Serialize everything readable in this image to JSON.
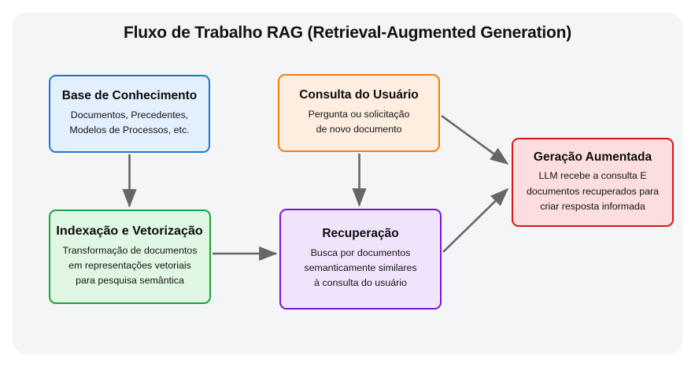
{
  "diagram": {
    "title": "Fluxo de Trabalho RAG (Retrieval-Augmented Generation)",
    "background_color": "#f4f5f7",
    "edge_color": "#666666",
    "nodes": [
      {
        "id": "knowledge-base",
        "title": "Base de Conhecimento",
        "description": "Documentos, Precedentes,\nModelos de Processos, etc.",
        "border_color": "#1f77d0",
        "fill_color": "#e3f0fd"
      },
      {
        "id": "user-query",
        "title": "Consulta do Usuário",
        "description": "Pergunta ou solicitação\nde novo documento",
        "border_color": "#f57c10",
        "fill_color": "#fdeee0"
      },
      {
        "id": "augmented-generation",
        "title": "Geração Aumentada",
        "description": "LLM recebe a consulta E\ndocumentos recuperados para\ncriar resposta informada",
        "border_color": "#d61717",
        "fill_color": "#fbdedd"
      },
      {
        "id": "indexing",
        "title": "Indexação e Vetorização",
        "description": "Transformação de documentos\nem representações vetoriais\npara pesquisa semântica",
        "border_color": "#16a53a",
        "fill_color": "#e0f8e3"
      },
      {
        "id": "retrieval",
        "title": "Recuperação",
        "description": "Busca por documentos\nsemanticamente similares\nà consulta do usuário",
        "border_color": "#7d12d8",
        "fill_color": "#f0e4fd"
      }
    ],
    "edges": [
      {
        "id": "knowledge-base-to-indexing",
        "from": "knowledge-base",
        "to": "indexing",
        "label": ""
      },
      {
        "id": "user-query-to-retrieval",
        "from": "user-query",
        "to": "retrieval",
        "label": ""
      },
      {
        "id": "indexing-to-retrieval",
        "from": "indexing",
        "to": "retrieval",
        "label": ""
      },
      {
        "id": "user-query-to-augmented-generation",
        "from": "user-query",
        "to": "augmented-generation",
        "label": ""
      },
      {
        "id": "retrieval-to-augmented-generation",
        "from": "retrieval",
        "to": "augmented-generation",
        "label": ""
      }
    ]
  }
}
